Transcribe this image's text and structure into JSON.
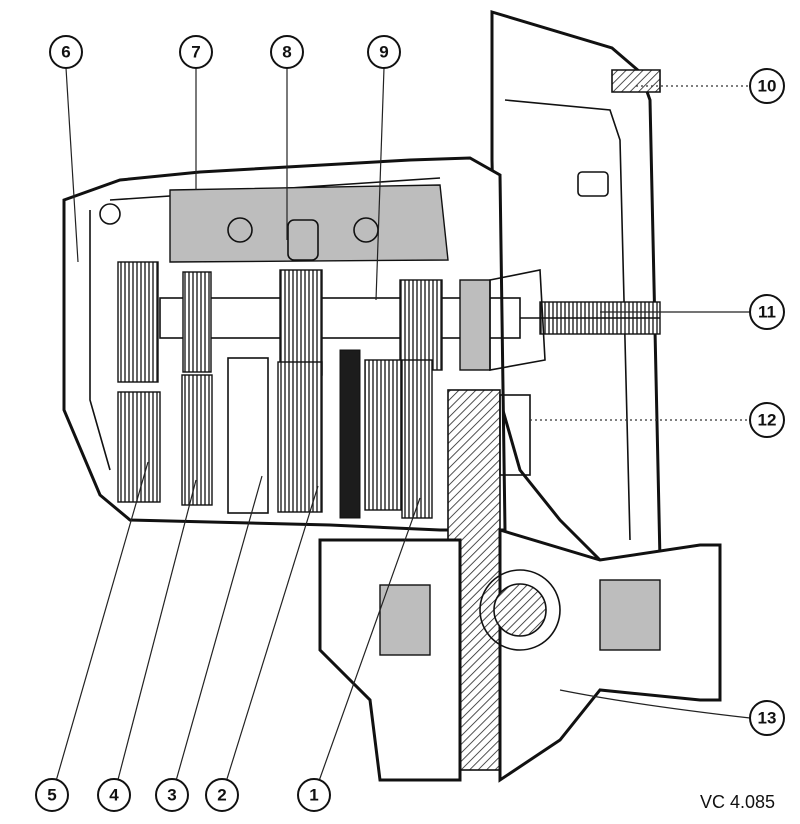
{
  "callouts": [
    {
      "label": "1"
    },
    {
      "label": "2"
    },
    {
      "label": "3"
    },
    {
      "label": "4"
    },
    {
      "label": "5"
    },
    {
      "label": "6"
    },
    {
      "label": "7"
    },
    {
      "label": "8"
    },
    {
      "label": "9"
    },
    {
      "label": "10"
    },
    {
      "label": "11"
    },
    {
      "label": "12"
    },
    {
      "label": "13"
    }
  ],
  "figure_code": "VC 4.085",
  "colors": {
    "ink": "#111111",
    "paper": "#ffffff"
  }
}
